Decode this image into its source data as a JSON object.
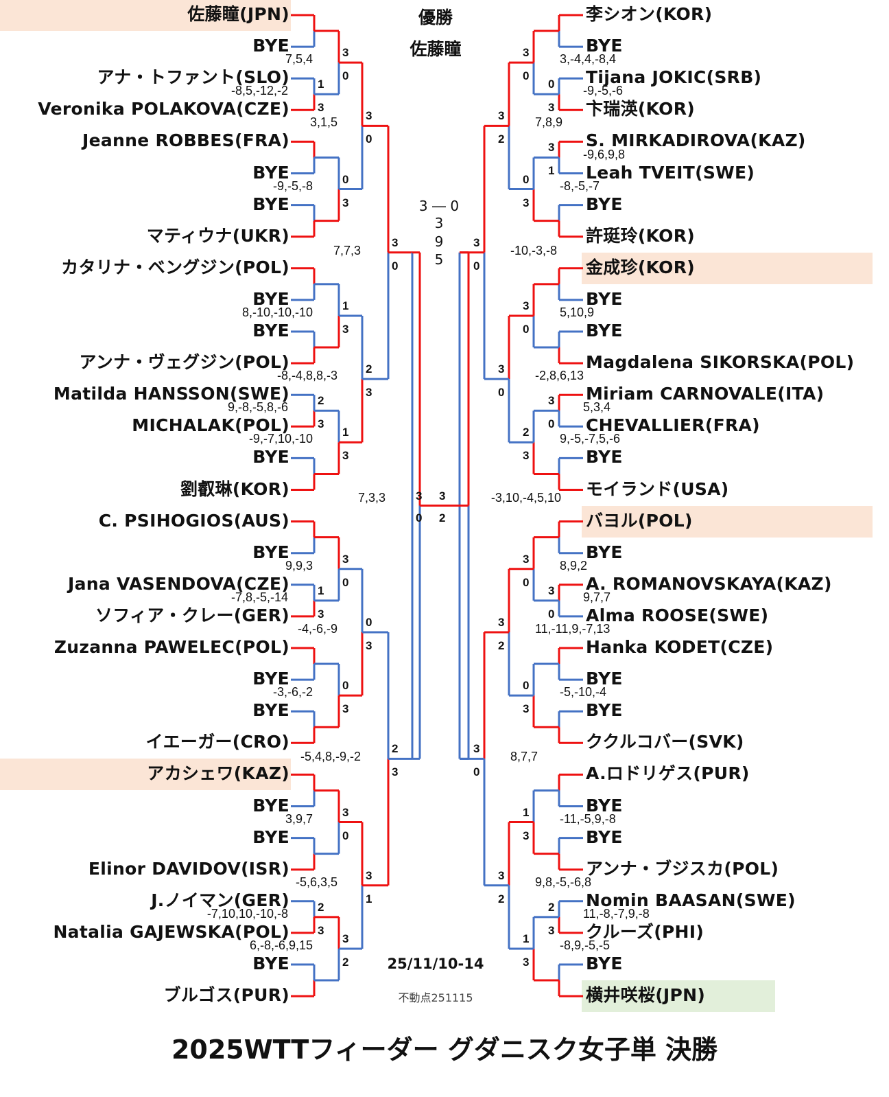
{
  "title": "2025WTTフィーダー グダニスク女子単 決勝",
  "champion_label": "優勝",
  "champion_name": "佐藤瞳",
  "date": "25/11/10-14",
  "fixed_point": "不動点251115",
  "colors": {
    "win": "#ee1111",
    "lose": "#4472c4",
    "seed_highlight": "#fbe5d6",
    "japan_highlight": "#e2efda"
  },
  "final": {
    "score": "3 ― 0",
    "sets": [
      "3",
      "9",
      "5"
    ]
  },
  "left_players": [
    {
      "name": "佐藤瞳(JPN)",
      "highlight": "seed"
    },
    {
      "name": "BYE"
    },
    {
      "name": "アナ・トファント(SLO)"
    },
    {
      "name": "Veronika POLAKOVA(CZE)"
    },
    {
      "name": "Jeanne ROBBES(FRA)"
    },
    {
      "name": "BYE"
    },
    {
      "name": "BYE"
    },
    {
      "name": "マティウナ(UKR)"
    },
    {
      "name": "カタリナ・ベングジン(POL)"
    },
    {
      "name": "BYE"
    },
    {
      "name": "BYE"
    },
    {
      "name": "アンナ・ヴェグジン(POL)"
    },
    {
      "name": "Matilda HANSSON(SWE)"
    },
    {
      "name": "MICHALAK(POL)"
    },
    {
      "name": "BYE"
    },
    {
      "name": "劉叡琳(KOR)"
    },
    {
      "name": "C. PSIHOGIOS(AUS)"
    },
    {
      "name": "BYE"
    },
    {
      "name": "Jana VASENDOVA(CZE)"
    },
    {
      "name": "ソフィア・クレー(GER)"
    },
    {
      "name": "Zuzanna PAWELEC(POL)"
    },
    {
      "name": "BYE"
    },
    {
      "name": "BYE"
    },
    {
      "name": "イエーガー(CRO)"
    },
    {
      "name": "アカシェワ(KAZ)",
      "highlight": "seed"
    },
    {
      "name": "BYE"
    },
    {
      "name": "BYE"
    },
    {
      "name": "Elinor DAVIDOV(ISR)"
    },
    {
      "name": "J.ノイマン(GER)"
    },
    {
      "name": "Natalia GAJEWSKA(POL)"
    },
    {
      "name": "BYE"
    },
    {
      "name": "ブルゴス(PUR)"
    }
  ],
  "right_players": [
    {
      "name": "李シオン(KOR)"
    },
    {
      "name": "BYE"
    },
    {
      "name": "Tijana JOKIC(SRB)"
    },
    {
      "name": "卞瑞渶(KOR)"
    },
    {
      "name": "S. MIRKADIROVA(KAZ)"
    },
    {
      "name": "Leah TVEIT(SWE)"
    },
    {
      "name": "BYE"
    },
    {
      "name": "許珽玲(KOR)"
    },
    {
      "name": "金成珍(KOR)",
      "highlight": "seed"
    },
    {
      "name": "BYE"
    },
    {
      "name": "BYE"
    },
    {
      "name": "Magdalena SIKORSKA(POL)"
    },
    {
      "name": "Miriam CARNOVALE(ITA)"
    },
    {
      "name": "CHEVALLIER(FRA)"
    },
    {
      "name": "BYE"
    },
    {
      "name": "モイランド(USA)"
    },
    {
      "name": "バヨル(POL)",
      "highlight": "seed"
    },
    {
      "name": "BYE"
    },
    {
      "name": "A. ROMANOVSKAYA(KAZ)"
    },
    {
      "name": "Alma ROOSE(SWE)"
    },
    {
      "name": "Hanka KODET(CZE)"
    },
    {
      "name": "BYE"
    },
    {
      "name": "BYE"
    },
    {
      "name": "ククルコバー(SVK)"
    },
    {
      "name": "A.ロドリゲス(PUR)"
    },
    {
      "name": "BYE"
    },
    {
      "name": "BYE"
    },
    {
      "name": "アンナ・ブジスカ(POL)"
    },
    {
      "name": "Nomin BAASAN(SWE)"
    },
    {
      "name": "クルーズ(PHI)"
    },
    {
      "name": "BYE"
    },
    {
      "name": "横井咲桜(JPN)",
      "highlight": "japan"
    }
  ],
  "left_matches": {
    "r1": [
      {
        "top_win": true,
        "scores": null,
        "sets": null
      },
      {
        "top_win": false,
        "scores": [
          "1",
          "3"
        ],
        "sets": "-8,5,-12,-2"
      },
      {
        "top_win": true,
        "scores": null,
        "sets": null
      },
      {
        "top_win": false,
        "scores": null,
        "sets": null
      },
      {
        "top_win": true,
        "scores": null,
        "sets": null
      },
      {
        "top_win": false,
        "scores": null,
        "sets": null
      },
      {
        "top_win": false,
        "scores": [
          "2",
          "3"
        ],
        "sets": "9,-8,-5,8,-6"
      },
      {
        "top_win": false,
        "scores": null,
        "sets": null
      },
      {
        "top_win": true,
        "scores": null,
        "sets": null
      },
      {
        "top_win": false,
        "scores": [
          "1",
          "3"
        ],
        "sets": "-7,8,-5,-14"
      },
      {
        "top_win": true,
        "scores": null,
        "sets": null
      },
      {
        "top_win": false,
        "scores": null,
        "sets": null
      },
      {
        "top_win": true,
        "scores": null,
        "sets": null
      },
      {
        "top_win": false,
        "scores": null,
        "sets": null
      },
      {
        "top_win": false,
        "scores": [
          "2",
          "3"
        ],
        "sets": "-7,10,10,-10,-8"
      },
      {
        "top_win": false,
        "scores": null,
        "sets": null
      }
    ],
    "r2": [
      {
        "top_win": true,
        "scores": [
          "3",
          "0"
        ],
        "sets": "7,5,4"
      },
      {
        "top_win": false,
        "scores": [
          "0",
          "3"
        ],
        "sets": "-9,-5,-8"
      },
      {
        "top_win": false,
        "scores": [
          "1",
          "3"
        ],
        "sets": "8,-10,-10,-10"
      },
      {
        "top_win": false,
        "scores": [
          "1",
          "3"
        ],
        "sets": "-9,-7,10,-10"
      },
      {
        "top_win": true,
        "scores": [
          "3",
          "0"
        ],
        "sets": "9,9,3"
      },
      {
        "top_win": false,
        "scores": [
          "0",
          "3"
        ],
        "sets": "-3,-6,-2"
      },
      {
        "top_win": true,
        "scores": [
          "3",
          "0"
        ],
        "sets": "3,9,7"
      },
      {
        "top_win": true,
        "scores": [
          "3",
          "2"
        ],
        "sets": "6,-8,-6,9,15"
      }
    ],
    "r3": [
      {
        "top_win": true,
        "scores": [
          "3",
          "0"
        ],
        "sets": "3,1,5"
      },
      {
        "top_win": false,
        "scores": [
          "2",
          "3"
        ],
        "sets": "-8,-4,8,8,-3"
      },
      {
        "top_win": false,
        "scores": [
          "0",
          "3"
        ],
        "sets": "-4,-6,-9"
      },
      {
        "top_win": true,
        "scores": [
          "3",
          "1"
        ],
        "sets": "-5,6,3,5"
      }
    ],
    "r4": [
      {
        "top_win": true,
        "scores": [
          "3",
          "0"
        ],
        "sets": "7,7,3"
      },
      {
        "top_win": false,
        "scores": [
          "2",
          "3"
        ],
        "sets": "-5,4,8,-9,-2"
      }
    ],
    "semi": {
      "top_win": true,
      "scores": [
        "3",
        "0"
      ],
      "sets": "7,3,3"
    }
  },
  "right_matches": {
    "r1": [
      {
        "top_win": true,
        "scores": null,
        "sets": null
      },
      {
        "top_win": false,
        "scores": [
          "0",
          "3"
        ],
        "sets": "-9,-5,-6"
      },
      {
        "top_win": true,
        "scores": [
          "3",
          "1"
        ],
        "sets": "-9,6,9,8"
      },
      {
        "top_win": false,
        "scores": null,
        "sets": null
      },
      {
        "top_win": true,
        "scores": null,
        "sets": null
      },
      {
        "top_win": false,
        "scores": null,
        "sets": null
      },
      {
        "top_win": true,
        "scores": [
          "3",
          "0"
        ],
        "sets": "5,3,4"
      },
      {
        "top_win": false,
        "scores": null,
        "sets": null
      },
      {
        "top_win": true,
        "scores": null,
        "sets": null
      },
      {
        "top_win": true,
        "scores": [
          "3",
          "0"
        ],
        "sets": "9,7,7"
      },
      {
        "top_win": true,
        "scores": null,
        "sets": null
      },
      {
        "top_win": false,
        "scores": null,
        "sets": null
      },
      {
        "top_win": true,
        "scores": null,
        "sets": null
      },
      {
        "top_win": false,
        "scores": null,
        "sets": null
      },
      {
        "top_win": false,
        "scores": [
          "2",
          "3"
        ],
        "sets": "11,-8,-7,9,-8"
      },
      {
        "top_win": false,
        "scores": null,
        "sets": null
      }
    ],
    "r2": [
      {
        "top_win": true,
        "scores": [
          "3",
          "0"
        ],
        "sets": "3,-4,4,-8,4"
      },
      {
        "top_win": false,
        "scores": [
          "0",
          "3"
        ],
        "sets": "-8,-5,-7"
      },
      {
        "top_win": true,
        "scores": [
          "3",
          "0"
        ],
        "sets": "5,10,9"
      },
      {
        "top_win": false,
        "scores": [
          "2",
          "3"
        ],
        "sets": "9,-5,-7,5,-6"
      },
      {
        "top_win": true,
        "scores": [
          "3",
          "0"
        ],
        "sets": "8,9,2"
      },
      {
        "top_win": false,
        "scores": [
          "0",
          "3"
        ],
        "sets": "-5,-10,-4"
      },
      {
        "top_win": false,
        "scores": [
          "1",
          "3"
        ],
        "sets": "-11,-5,9,-8"
      },
      {
        "top_win": false,
        "scores": [
          "1",
          "3"
        ],
        "sets": "-8,9,-5,-5"
      }
    ],
    "r3": [
      {
        "top_win": true,
        "scores": [
          "3",
          "2"
        ],
        "sets": "7,8,9"
      },
      {
        "top_win": true,
        "scores": [
          "3",
          "0"
        ],
        "sets": "-2,8,6,13"
      },
      {
        "top_win": true,
        "scores": [
          "3",
          "2"
        ],
        "sets": "11,-11,9,-7,13"
      },
      {
        "top_win": true,
        "scores": [
          "3",
          "2"
        ],
        "sets": "9,8,-5,-6,8"
      }
    ],
    "r4": [
      {
        "top_win": true,
        "scores": [
          "3",
          "0"
        ],
        "sets": "-10,-3,-8"
      },
      {
        "top_win": true,
        "scores": [
          "3",
          "0"
        ],
        "sets": "8,7,7"
      }
    ],
    "semi": {
      "top_win": true,
      "scores": [
        "3",
        "2"
      ],
      "sets": "-3,10,-4,5,10"
    }
  }
}
